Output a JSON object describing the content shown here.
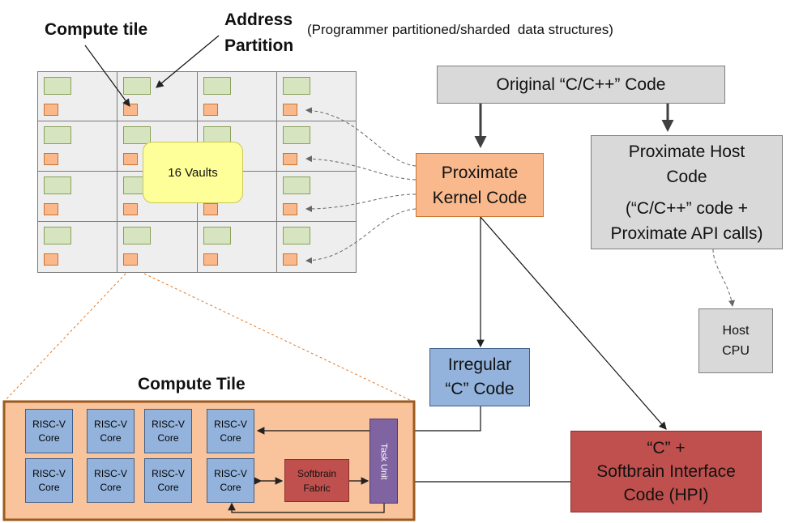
{
  "labels": {
    "compute_tile": "Compute tile",
    "address_partition_line1": "Address",
    "address_partition_line2": "Partition",
    "address_note": "(Programmer partitioned/sharded  data structures)",
    "vaults": "16 Vaults",
    "compute_tile_title": "Compute Tile"
  },
  "boxes": {
    "original_code": "Original “C/C++” Code",
    "kernel_code_line1": "Proximate",
    "kernel_code_line2": "Kernel Code",
    "host_code_line1": "Proximate Host",
    "host_code_line2": "Code",
    "host_code_line3": "(“C/C++” code +",
    "host_code_line4": "Proximate API calls)",
    "host_cpu_line1": "Host",
    "host_cpu_line2": "CPU",
    "irregular_line1": "Irregular",
    "irregular_line2": "“C” Code",
    "softbrain_if_line1": "“C” +",
    "softbrain_if_line2": "Softbrain Interface",
    "softbrain_if_line3": "Code (HPI)"
  },
  "tile": {
    "core_line1": "RISC-V",
    "core_line2": "Core",
    "task_unit": "Task Unit",
    "fabric_line1": "Softbrain",
    "fabric_line2": "Fabric"
  },
  "colors": {
    "vault_green": "#d6e4bf",
    "vault_orange": "#f9b98d",
    "kernel_orange": "#f9b98d",
    "host_gray": "#d9d9d9",
    "irregular_blue": "#93b3dc",
    "softbrain_red": "#c0504d",
    "task_unit_purple": "#8064a2",
    "yellow": "#ffff99"
  }
}
